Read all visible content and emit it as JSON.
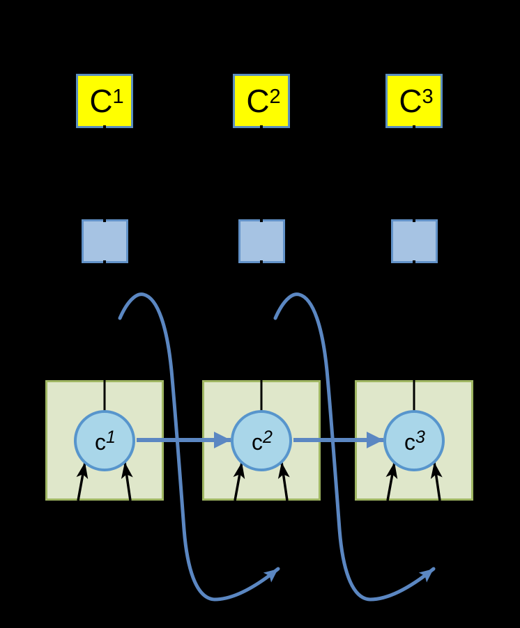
{
  "colors": {
    "background": "#000000",
    "yellow-fill": "#FFFF00",
    "yellow-border": "#5B8EC0",
    "embed-fill": "#A6C3E3",
    "embed-border": "#6292C8",
    "panel-fill": "#DFE7CA",
    "panel-border": "#A0B763",
    "node-fill": "#A9D6E9",
    "node-border": "#5795CC",
    "arrow-blue": "#5B87C2",
    "ink": "#000000"
  },
  "nodes": {
    "context_cells": [
      {
        "base": "C",
        "sup": "1"
      },
      {
        "base": "C",
        "sup": "2"
      },
      {
        "base": "C",
        "sup": "3"
      }
    ],
    "state_nodes": [
      {
        "base": "c",
        "sup": "1"
      },
      {
        "base": "c",
        "sup": "2"
      },
      {
        "base": "c",
        "sup": "3"
      }
    ]
  }
}
